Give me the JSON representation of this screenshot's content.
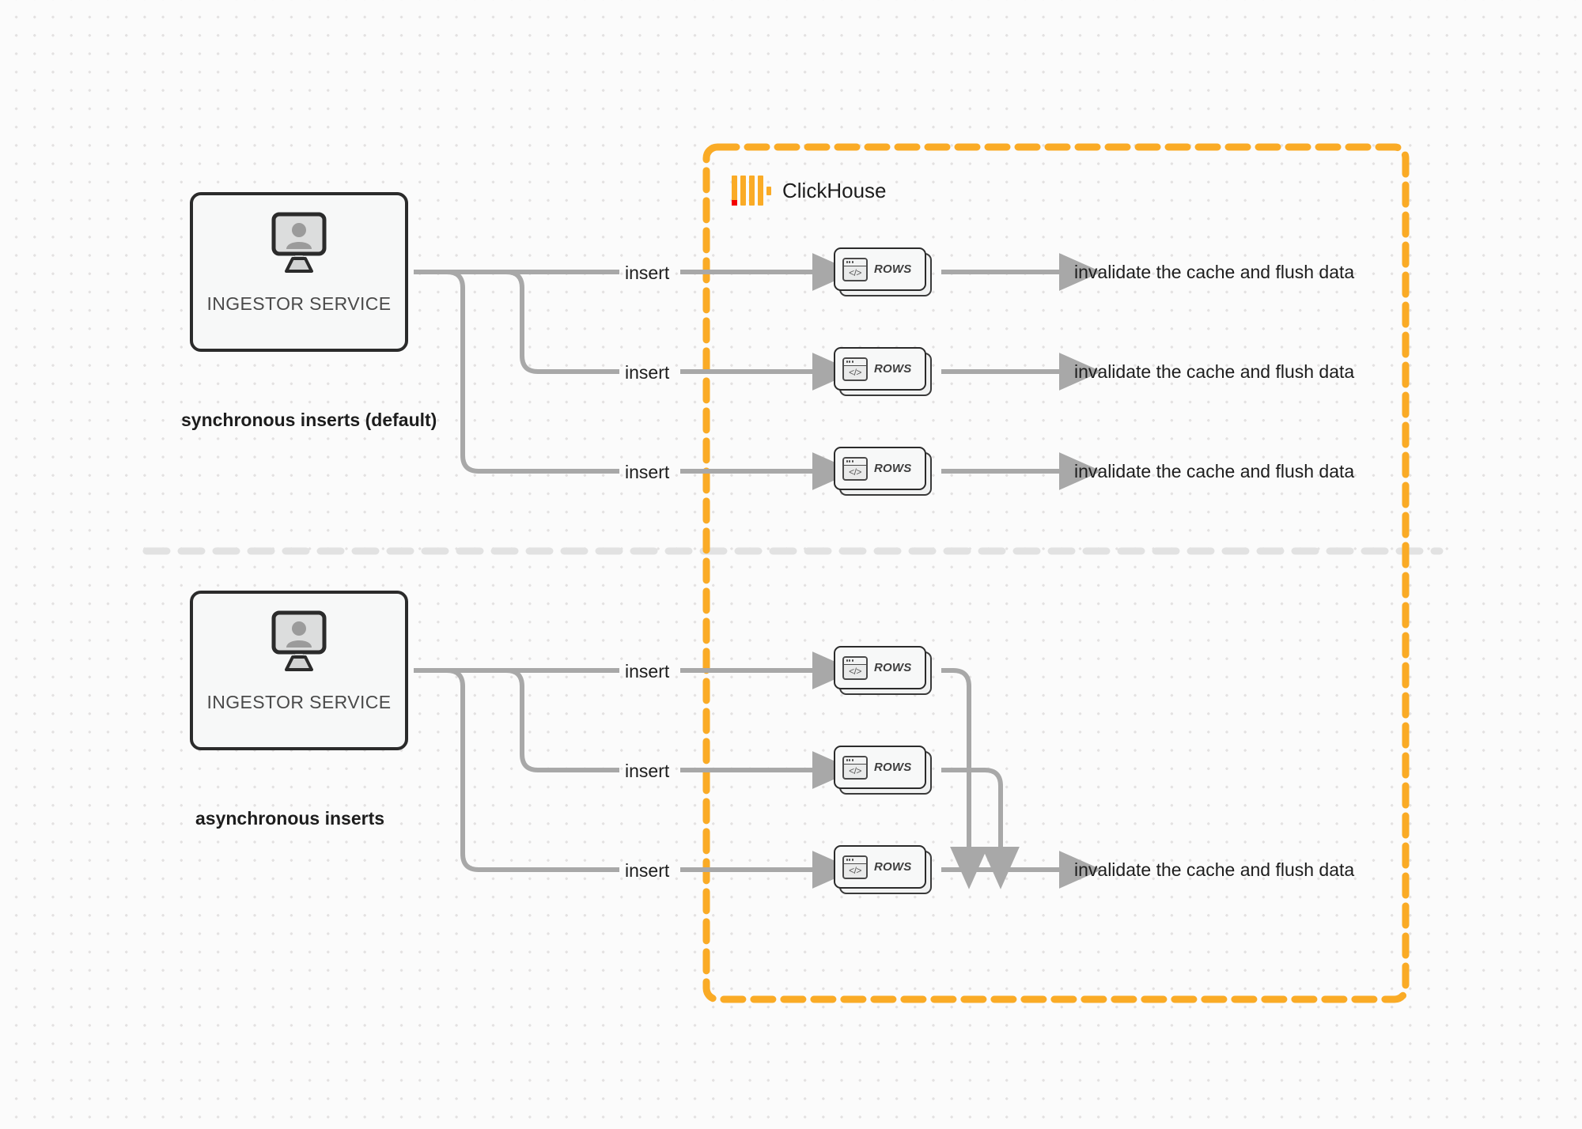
{
  "diagram": {
    "title": "ClickHouse synchronous vs asynchronous inserts",
    "colors": {
      "accent_orange": "#faab26",
      "logo_red": "#f40000",
      "edge_gray": "#a8a8a8",
      "node_border": "#2b2b2b",
      "background": "#fbfbfb"
    }
  },
  "clickhouse": {
    "name": "ClickHouse",
    "logo_icon": "clickhouse-logo"
  },
  "sections": [
    {
      "id": "synchronous",
      "caption": "synchronous inserts (default)",
      "service": {
        "label": "INGESTOR SERVICE",
        "icon": "monitor-user-icon"
      },
      "flows": [
        {
          "edge_label": "insert",
          "node_label": "ROWS",
          "result_label": "invalidate the cache and flush data"
        },
        {
          "edge_label": "insert",
          "node_label": "ROWS",
          "result_label": "invalidate the cache and flush data"
        },
        {
          "edge_label": "insert",
          "node_label": "ROWS",
          "result_label": "invalidate the cache and flush data"
        }
      ]
    },
    {
      "id": "asynchronous",
      "caption": "asynchronous inserts",
      "service": {
        "label": "INGESTOR SERVICE",
        "icon": "monitor-user-icon"
      },
      "flows": [
        {
          "edge_label": "insert",
          "node_label": "ROWS"
        },
        {
          "edge_label": "insert",
          "node_label": "ROWS"
        },
        {
          "edge_label": "insert",
          "node_label": "ROWS"
        }
      ],
      "result_label": "invalidate the cache and flush data"
    }
  ]
}
